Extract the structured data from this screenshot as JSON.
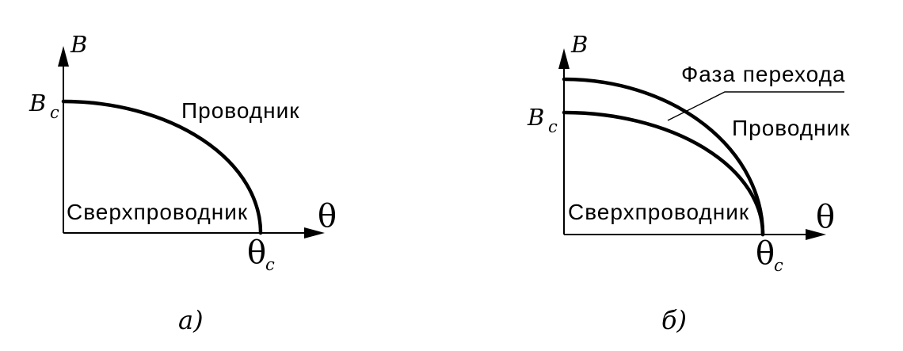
{
  "figure": {
    "background_color": "#ffffff",
    "line_color": "#000000",
    "description_type": "superconductor-phase-diagrams",
    "panels": [
      {
        "caption": "а)",
        "y_axis_label": "B",
        "x_axis_label": "θ",
        "y_intercept": {
          "base": "B",
          "sub": "c"
        },
        "x_intercept": {
          "base": "θ",
          "sub": "c"
        },
        "region_upper": "Проводник",
        "region_lower": "Сверхпроводник"
      },
      {
        "caption": "б)",
        "y_axis_label": "B",
        "x_axis_label": "θ",
        "y_intercept": {
          "base": "B",
          "sub": "c"
        },
        "x_intercept": {
          "base": "θ",
          "sub": "c"
        },
        "region_upper": "Проводник",
        "region_lower": "Сверхпроводник",
        "annotation": "Фаза перехода"
      }
    ]
  }
}
